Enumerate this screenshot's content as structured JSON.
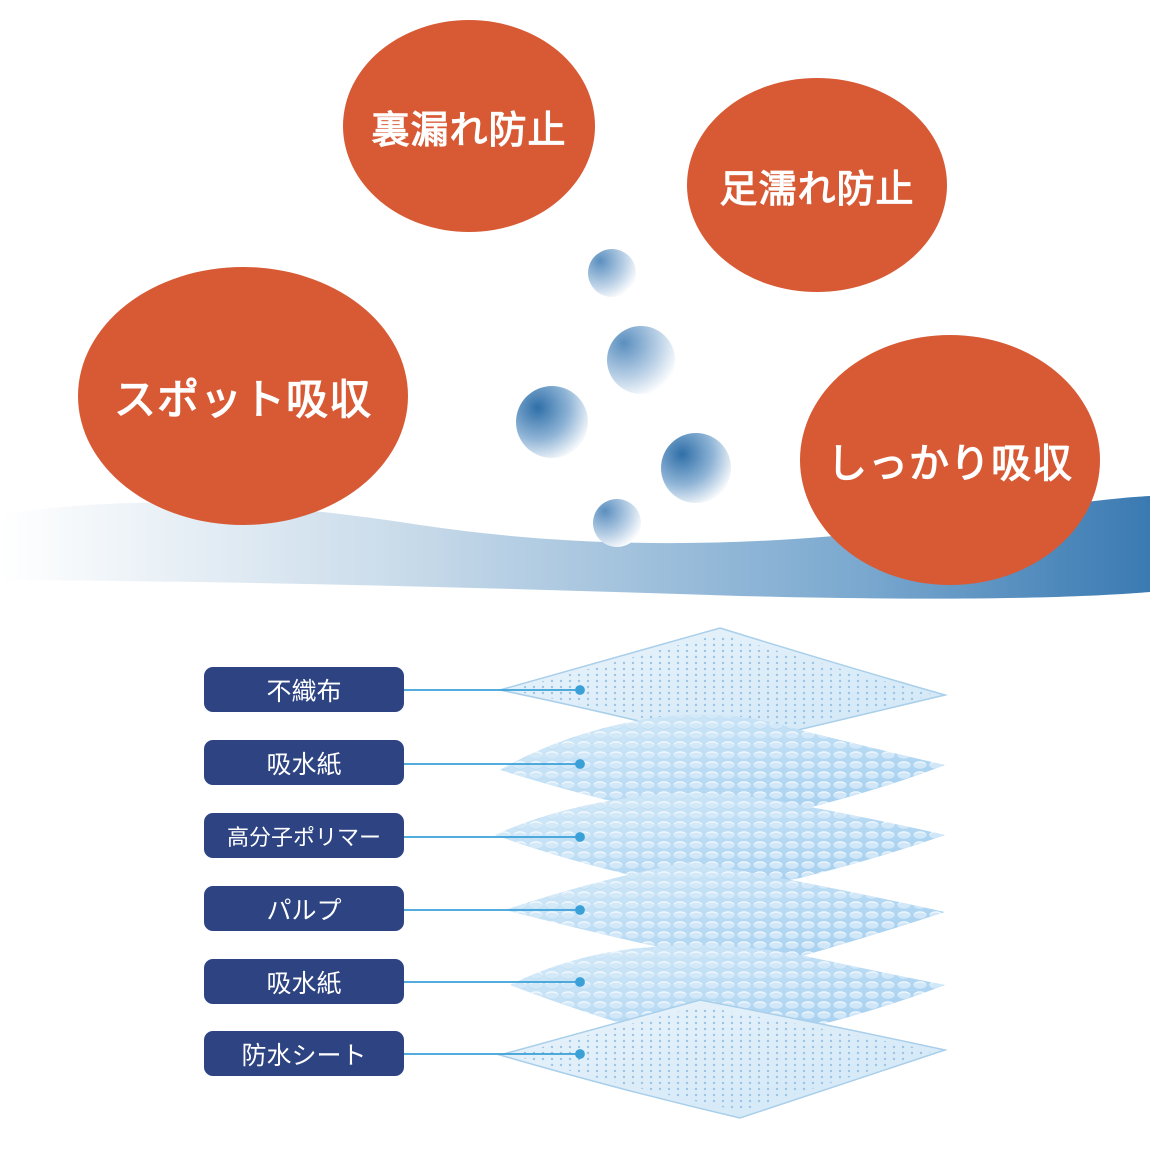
{
  "features": [
    {
      "text": "裏漏れ防止"
    },
    {
      "text": "足濡れ防止"
    },
    {
      "text": "スポット吸収"
    },
    {
      "text": "しっかり吸収"
    }
  ],
  "layers": [
    {
      "text": "不織布"
    },
    {
      "text": "吸水紙"
    },
    {
      "text": "高分子ポリマー"
    },
    {
      "text": "パルプ"
    },
    {
      "text": "吸水紙"
    },
    {
      "text": "防水シート"
    }
  ],
  "colors": {
    "feature_circle": "#d75a35",
    "label_box": "#2d4382",
    "wave": "#3c7fb4",
    "leader_line": "#3aa0d8"
  }
}
